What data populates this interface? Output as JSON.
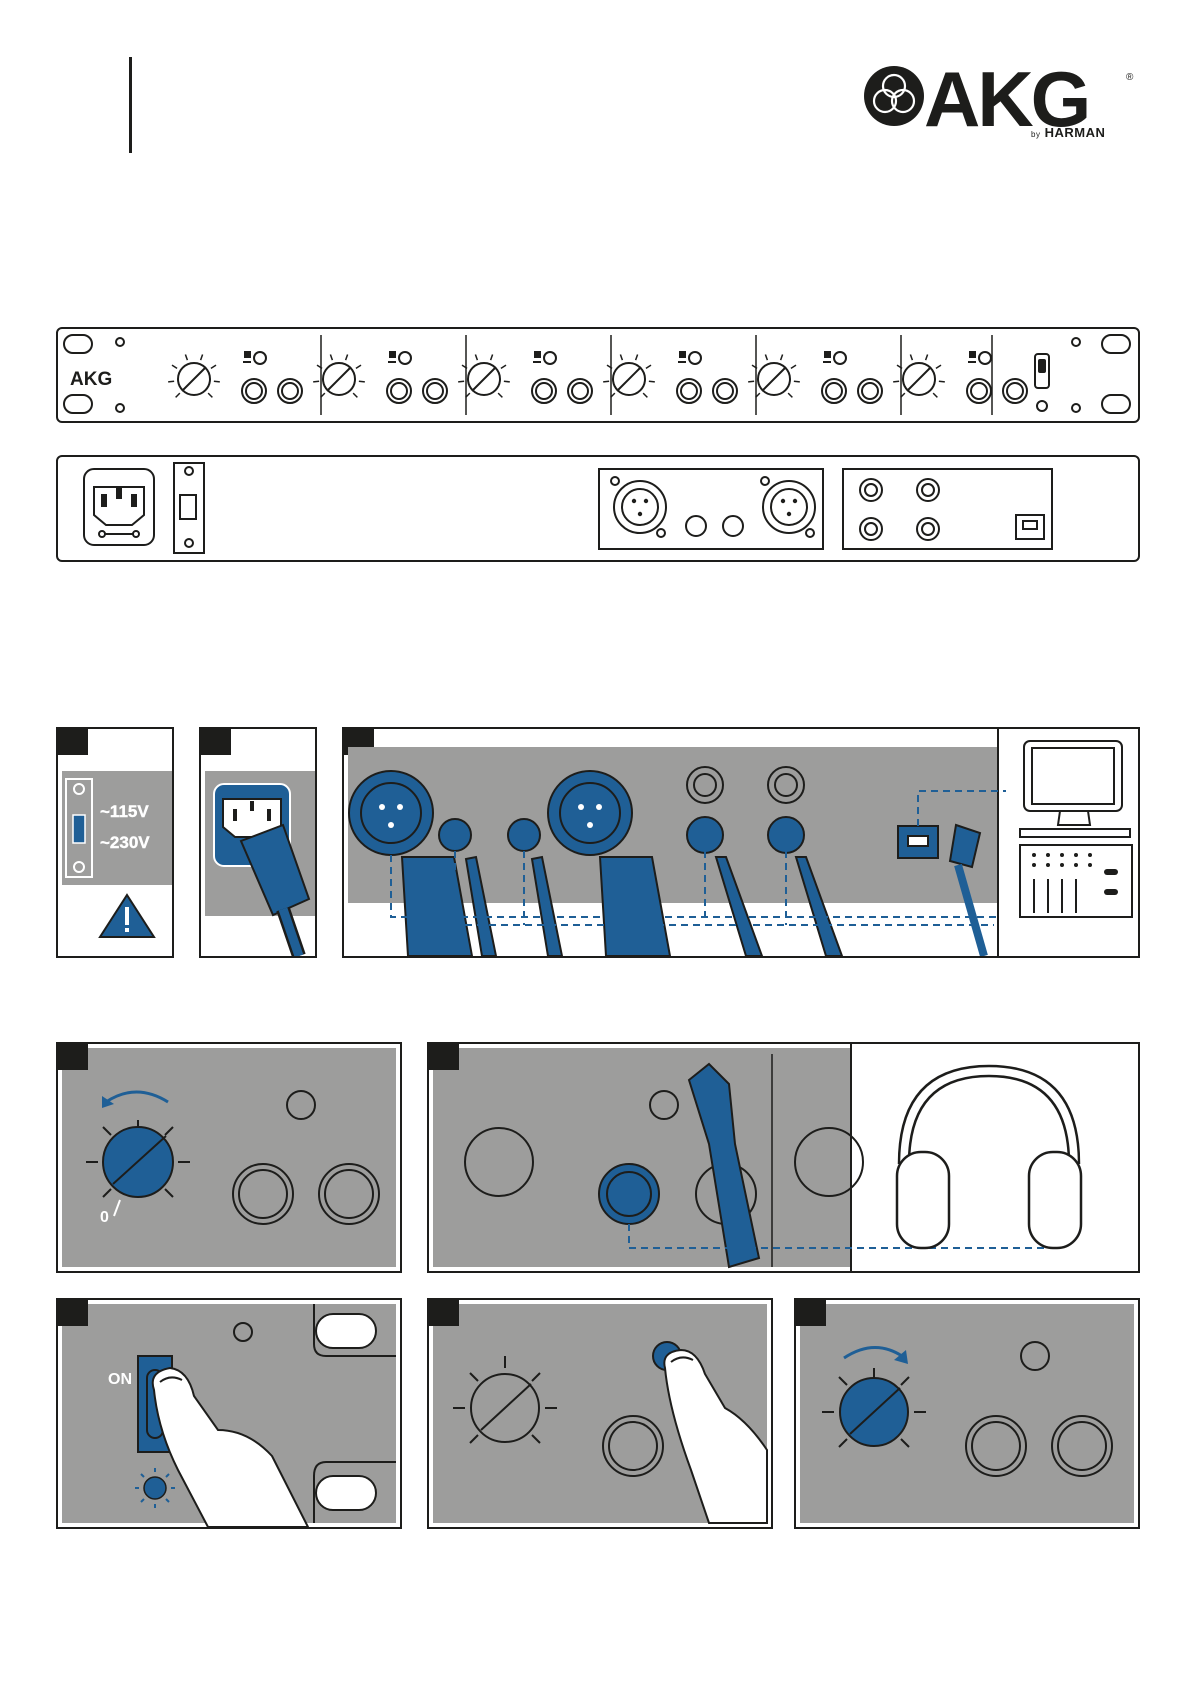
{
  "brand": {
    "name": "AKG",
    "byline_by": "by",
    "byline_company": "HARMAN",
    "registered": "®",
    "panel_brand": "AKG"
  },
  "voltage": {
    "low": "~115V",
    "high": "~230V"
  },
  "switch_label": "ON",
  "knob_min_label": "0",
  "colors": {
    "accent_blue": "#1f5f96",
    "panel_gray": "#9d9d9c",
    "line": "#1d1d1b"
  },
  "icons": [
    "warning-triangle-icon",
    "headphones-icon",
    "monitor-icon",
    "mixer-icon",
    "finger-icon",
    "power-cord-icon",
    "usb-icon",
    "xlr-connector-icon",
    "jack-plug-icon"
  ]
}
